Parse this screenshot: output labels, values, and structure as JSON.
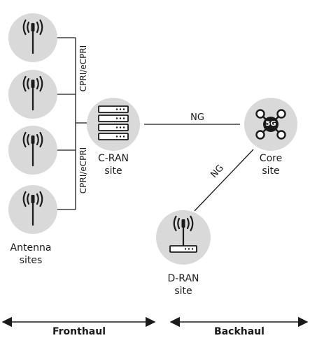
{
  "antenna_sites": {
    "label_line1": "Antenna",
    "label_line2": "sites"
  },
  "cran_site": {
    "label_line1": "C-RAN",
    "label_line2": "site"
  },
  "core_site": {
    "label_line1": "Core",
    "label_line2": "site",
    "badge": "5G"
  },
  "dran_site": {
    "label_line1": "D-RAN",
    "label_line2": "site"
  },
  "links": {
    "cpri_upper": "CPRI/eCPRI",
    "cpri_lower": "CPRI/eCPRI",
    "ng_cran_core": "NG",
    "ng_dran_core": "NG"
  },
  "segments": {
    "fronthaul": "Fronthaul",
    "backhaul": "Backhaul"
  },
  "colors": {
    "circle_fill": "#d9d9d9",
    "line": "#1a1a1a",
    "badge": "#1a1a1a"
  }
}
